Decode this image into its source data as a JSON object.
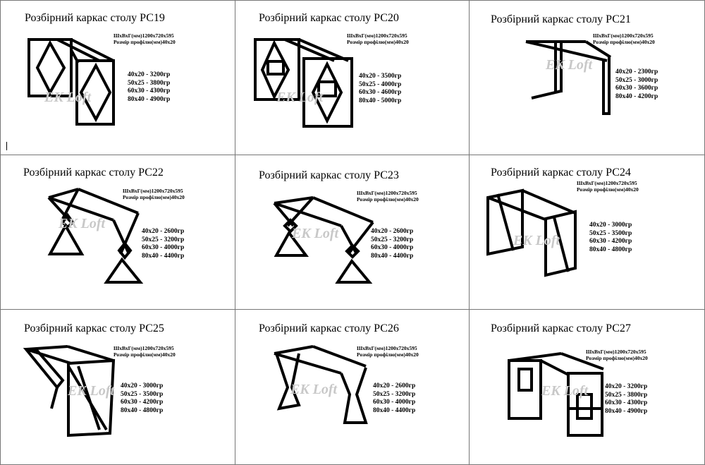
{
  "cells": [
    {
      "title": "Розбірний каркас столу РС19",
      "spec1": "ШхВхГ(мм)1200х720х595",
      "spec2": "Розмір профілю(мм)40х20",
      "prices": [
        "40х20 - 3200гр",
        "50х25 - 3800гр",
        "60х30 - 4300гр",
        "80х40 - 4900гр"
      ],
      "watermark": "EK Loft"
    },
    {
      "title": "Розбірний каркас столу РС20",
      "spec1": "ШхВхГ(мм)1200х720х595",
      "spec2": "Розмір профілю(мм)40х20",
      "prices": [
        "40х20 - 3500гр",
        "50х25 - 4000гр",
        "60х30 - 4600гр",
        "80х40 - 5000гр"
      ],
      "watermark": "EK Loft"
    },
    {
      "title": "Розбірний каркас столу РС21",
      "spec1": "ШхВхГ(мм)1200х720х595",
      "spec2": "Розмір профілю(мм)40х20",
      "prices": [
        "40х20 - 2300гр",
        "50х25 - 3000гр",
        "60х30 - 3600гр",
        "80х40 - 4200гр"
      ],
      "watermark": "EK Loft"
    },
    {
      "title": "Розбірний каркас столу РС22",
      "spec1": "ШхВхГ(мм)1200х720х595",
      "spec2": "Розмір профілю(мм)40х20",
      "prices": [
        "40х20 - 2600гр",
        "50х25 - 3200гр",
        "60х30 - 4000гр",
        "80х40 - 4400гр"
      ],
      "watermark": "EK Loft"
    },
    {
      "title": "Розбірний каркас столу РС23",
      "spec1": "ШхВхГ(мм)1200х720х595",
      "spec2": "Розмір профілю(мм)40х20",
      "prices": [
        "40х20 - 2600гр",
        "50х25 - 3200гр",
        "60х30 - 4000гр",
        "80х40 - 4400гр"
      ],
      "watermark": "EK Loft"
    },
    {
      "title": "Розбірний каркас столу РС24",
      "spec1": "ШхВхГ(мм)1200х720х595",
      "spec2": "Розмір профілю(мм)40х20",
      "prices": [
        "40х20 - 3000гр",
        "50х25 - 3500гр",
        "60х30 - 4200гр",
        "80х40 - 4800гр"
      ],
      "watermark": "EK Loft"
    },
    {
      "title": "Розбірний каркас столу РС25",
      "spec1": "ШхВхГ(мм)1200х720х595",
      "spec2": "Розмір профілю(мм)40х20",
      "prices": [
        "40х20 - 3000гр",
        "50х25 - 3500гр",
        "60х30 - 4200гр",
        "80х40 - 4800гр"
      ],
      "watermark": "EK Loft"
    },
    {
      "title": "Розбірний каркас столу РС26",
      "spec1": "ШхВхГ(мм)1200х720х595",
      "spec2": "Розмір профілю(мм)40х20",
      "prices": [
        "40х20 - 2600гр",
        "50х25 - 3200гр",
        "60х30 - 4000гр",
        "80х40 - 4400гр"
      ],
      "watermark": "EK Loft"
    },
    {
      "title": "Розбірний каркас столу РС27",
      "spec1": "ШхВхГ(мм)1200х720х595",
      "spec2": "Розмір профілю(мм)40х20",
      "prices": [
        "40х20 - 3200гр",
        "50х25 - 3800гр",
        "60х30 - 4300гр",
        "80х40 - 4900гр"
      ],
      "watermark": "EK Loft"
    }
  ]
}
